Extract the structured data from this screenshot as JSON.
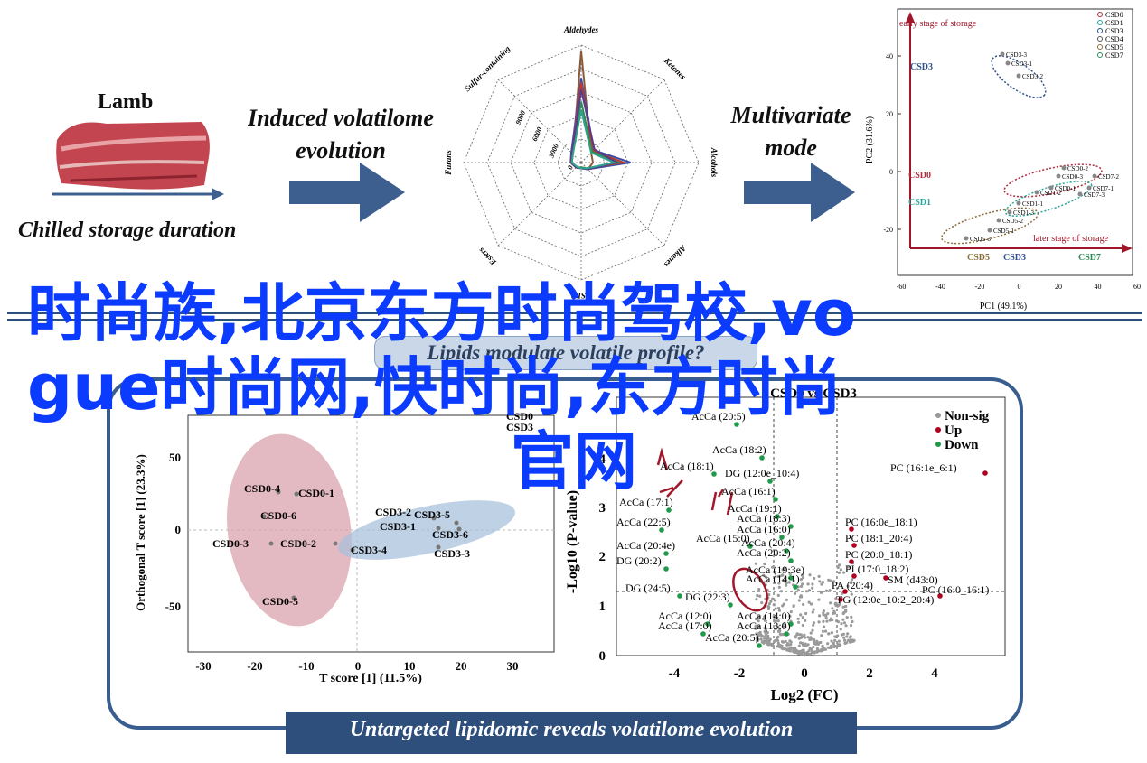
{
  "top": {
    "lamb_title": "Lamb",
    "chilled_label": "Chilled storage duration",
    "induced_label": "Induced volatilome evolution",
    "multivariate_label": "Multivariate mode"
  },
  "radar": {
    "axes": [
      "Aldehydes",
      "Ketones",
      "Alcohols",
      "Alkanes",
      "CSD0",
      "Esters",
      "Furans",
      "Sulfur-containing"
    ],
    "ticks": [
      "9000",
      "6000",
      "3000",
      "0"
    ],
    "colors": [
      "#8a5a3a",
      "#3b4fa6",
      "#c0392b",
      "#2e8b57",
      "#5a3a8a",
      "#2ea38a"
    ]
  },
  "pca": {
    "title_top": "early stage of storage",
    "title_bottom": "later stage of storage",
    "legend": [
      "CSD0",
      "CSD1",
      "CSD3",
      "CSD4",
      "CSD5",
      "CSD7"
    ],
    "group_labels": [
      "CSD3",
      "CSD0",
      "CSD1",
      "CSD5",
      "CSD3",
      "CSD7"
    ],
    "point_labels": [
      "CSD3-3",
      "CSD3-1",
      "CSD3-2",
      "CSD0-3",
      "CSD0-2",
      "CSD7-2",
      "CSD0-1",
      "CSD7-1",
      "CSD1-2",
      "CSD7-3",
      "CSD1-1",
      "CSD1-3",
      "CSD5-2",
      "CSD5-1",
      "CSD5-3"
    ],
    "y_ticks": [
      "40",
      "20",
      "0",
      "-20"
    ],
    "x_ticks": [
      "-60",
      "-40",
      "-20",
      "0",
      "20",
      "40",
      "60"
    ],
    "xlabel": "PC1 (49.1%)",
    "ylabel": "PC2 (31.6%)"
  },
  "bottom": {
    "question": "Lipids modulate volatile profile?",
    "footer": "Untargeted lipidomic reveals volatilome evolution"
  },
  "opls": {
    "legend": [
      "CSD0",
      "CSD3"
    ],
    "point_labels": [
      "CSD0-4",
      "CSD0-1",
      "CSD0-6",
      "CSD0-3",
      "CSD0-2",
      "CSD0-5",
      "CSD3-2",
      "CSD3-5",
      "CSD3-1",
      "CSD3-6",
      "CSD3-4",
      "CSD3-3"
    ],
    "y_ticks": [
      "50",
      "0",
      "-50"
    ],
    "x_ticks": [
      "-30",
      "-20",
      "-10",
      "0",
      "10",
      "20",
      "30"
    ],
    "xlabel": "T score [1] (11.5%)",
    "ylabel": "Orthogonal T score [1] (23.3%)"
  },
  "volcano": {
    "title": "CSD0 vs CSD3",
    "legend": [
      "Non-sig",
      "Up",
      "Down"
    ],
    "legend_colors": [
      "#999999",
      "#b0001e",
      "#1f9a4a"
    ],
    "labels_left": [
      "AcCa (20:5)",
      "AcCa (18:2)",
      "AcCa (18:1)",
      "DG (12:0e_10:4)",
      "AcCa (17:1)",
      "AcCa (16:1)",
      "AcCa (22:5)",
      "AcCa (19:1)",
      "AcCa (18:3)",
      "AcCa (16:0)",
      "AcCa (20:4e)",
      "AcCa (15:0)",
      "AcCa (20:4)",
      "DG (20:2)",
      "AcCa (20:2)",
      "AcCa (19:3e)",
      "AcCa (14:1)",
      "DG (24:5)",
      "DG (22:3)",
      "AcCa (12:0)",
      "AcCa (14:0)",
      "AcCa (17:0)",
      "AcCa (13:0)",
      "AcCa (20:5)"
    ],
    "labels_right": [
      "PC (16:1e_6:1)",
      "PC (16:0e_18:1)",
      "PC (18:1_20:4)",
      "PC (20:0_18:1)",
      "PI (17:0_18:2)",
      "SM (d43:0)",
      "PA (20:4)",
      "PC (16:0_16:1)",
      "TG (12:0e_10:2_20:4)"
    ],
    "y_ticks": [
      "4",
      "3",
      "2",
      "1",
      "0"
    ],
    "x_ticks": [
      "-4",
      "-2",
      "0",
      "2",
      "4"
    ],
    "xlabel": "Log2 (FC)",
    "ylabel": "-Log10 (P-value)"
  },
  "overlay": {
    "line1": "时尚族,北京东方时尚驾校,vo",
    "line2": "gue时尚网,快时尚,东方时尚",
    "line3": "官网"
  }
}
